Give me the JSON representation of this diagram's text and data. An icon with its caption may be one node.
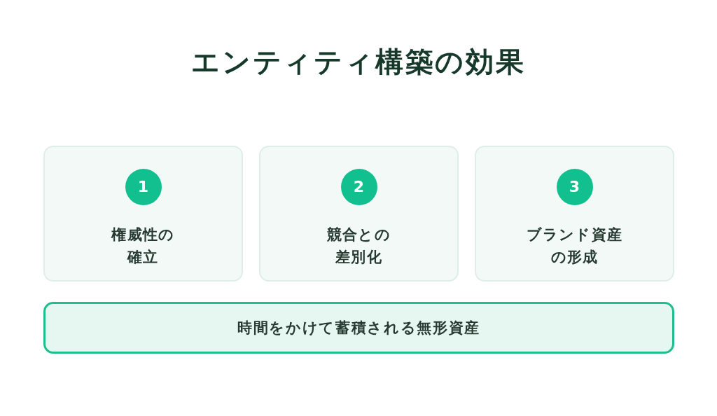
{
  "diagram": {
    "title": "エンティティ構築の効果",
    "nodes": [
      {
        "text": [
          "権威性の確立"
        ]
      },
      {
        "text": [
          "1"
        ],
        "in": 0
      },
      {
        "text": [
          "競合との差別化"
        ]
      },
      {
        "text": [
          "2"
        ],
        "in": 2
      },
      {
        "text": [
          "ブランド資産の形成"
        ]
      },
      {
        "text": [
          "3"
        ],
        "in": 4
      },
      {
        "text": [
          "時間をかけて蓄積される無形資産"
        ]
      }
    ]
  }
}
